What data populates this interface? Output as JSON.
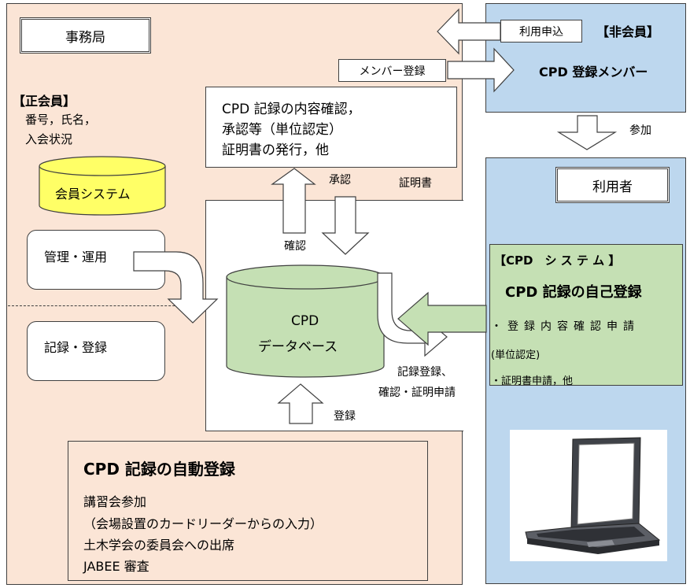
{
  "office": {
    "title": "事務局",
    "full_member_heading": "【正会員】",
    "full_member_line1": "番号，氏名，",
    "full_member_line2": "入会状況",
    "member_system": "会員システム",
    "management_label": "管理・運用",
    "record_register_label": "記録・登録"
  },
  "confirm_box": {
    "line1": "CPD 記録の内容確認，",
    "line2": "承認等（単位認定）",
    "line3": "証明書の発行，他"
  },
  "arrow_labels": {
    "approve": "承認",
    "certificate": "証明書",
    "confirm": "確認",
    "register": "登録",
    "record_register": "記録登録、",
    "confirm_cert_request": "確認・証明申請",
    "participate": "参加"
  },
  "database": {
    "line1": "CPD",
    "line2": "データベース"
  },
  "auto_register": {
    "title": "CPD 記録の自動登録",
    "line1": "講習会参加",
    "line2": "（会場設置のカードリーダーからの入力）",
    "line3": "土木学会の委員会への出席",
    "line4": "JABEE 審査"
  },
  "non_member": {
    "heading": "【非会員】",
    "apply_label": "利用申込",
    "member_register_label": "メンバー登録",
    "title": "CPD 登録メンバー"
  },
  "user": {
    "title": "利用者",
    "system_heading": "【CPD　シ ス テ ム 】",
    "self_register": "CPD 記録の自己登録",
    "item1": "・登録内容確認申請",
    "item1b": "(単位認定)",
    "item2": "・証明書申請，他"
  },
  "colors": {
    "office_bg": "#fbe5d6",
    "blue_bg": "#bdd7ee",
    "green": "#c5e0b4",
    "yellow": "#ffff66",
    "dark_border": "#404040"
  }
}
